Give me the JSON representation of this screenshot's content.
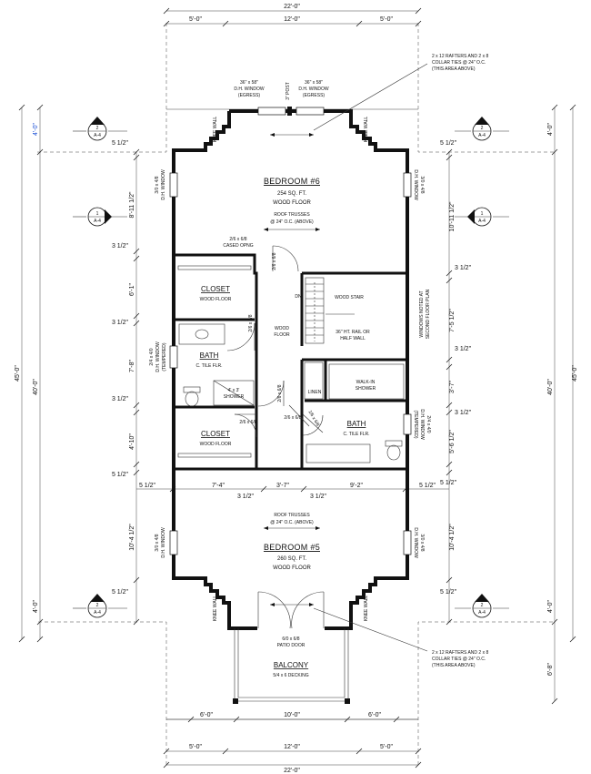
{
  "dimensions": {
    "top_overall": "22'-0\"",
    "top_left": "5'-0\"",
    "top_center": "12'-0\"",
    "top_right": "5'-0\"",
    "bottom_left": "5'-0\"",
    "bottom_center": "12'-0\"",
    "bottom_right": "5'-0\"",
    "bottom_overall": "22'-0\"",
    "balcony_left": "6'-0\"",
    "balcony_center": "10'-0\"",
    "balcony_right": "6'-0\"",
    "overall_left": "45'-0\"",
    "inner_left": "40'-0\"",
    "overall_right": "45'-0\"",
    "inner_right": "40'-0\"",
    "left_top_4": "4'-0\"",
    "right_top_4": "4'-0\"",
    "left_bottom_4": "4'-0\"",
    "right_bottom_4": "4'-0\"",
    "right_balcony": "6'-8\"",
    "left_chain": [
      "5 1/2\"",
      "8'-11 1/2\"",
      "3 1/2\"",
      "6'-1\"",
      "3 1/2\"",
      "7'-8\"",
      "3 1/2\"",
      "4'-10\"",
      "5 1/2\"",
      "10'-4 1/2\"",
      "5 1/2\""
    ],
    "right_chain": [
      "5 1/2\"",
      "10'-11 1/2\"",
      "3 1/2\"",
      "7'-5 1/2\"",
      "3 1/2\"",
      "3'-7\"",
      "3 1/2\"",
      "5'-6 1/2\"",
      "5 1/2\"",
      "10'-4 1/2\"",
      "5 1/2\""
    ],
    "mid_row": [
      "5 1/2\"",
      "7'-4\"",
      "3'-7\"",
      "9'-2\"",
      "5 1/2\""
    ],
    "mid_sub": [
      "3 1/2\"",
      "3 1/2\""
    ]
  },
  "labels": {
    "bedroom6": "BEDROOM #6",
    "bedroom6_area": "254 SQ. FT.",
    "bedroom6_floor": "WOOD FLOOR",
    "roof_trusses_top": [
      "ROOF TRUSSES",
      "@ 24\" O.C. (ABOVE)"
    ],
    "cased_opening": [
      "2/6 x 6/8",
      "CASED OPNG"
    ],
    "closet_top": "CLOSET",
    "closet_top_floor": "WOOD FLOOR",
    "door_2668_a": "2/6 x 6/8",
    "door_2668_b": "2/6 x 6/8",
    "door_2668_c": "2/6 x 6/8",
    "door_2668_d": "2/6 x 6/8",
    "door_2668_e": "2/6 x 6/8",
    "door_1668": "1/6 x 6/8",
    "dn": "DN",
    "wood_stair": "WOOD STAIR",
    "hall_floor": [
      "WOOD",
      "FLOOR"
    ],
    "rail": [
      "36\" HT. RAIL OR",
      "HALF WALL"
    ],
    "bath_left": "BATH",
    "bath_left_floor": "C. TILE FLR.",
    "shower_left": [
      "4' x 3'",
      "SHOWER"
    ],
    "linen": "LINEN",
    "walkin_shower": [
      "WALK-IN",
      "SHOWER"
    ],
    "bath_right": "BATH",
    "bath_right_floor": "C. TILE FLR.",
    "closet_bottom": "CLOSET",
    "closet_bottom_floor": "WOOD FLOOR",
    "roof_trusses_bottom": [
      "ROOF TRUSSES",
      "@ 24\" O.C. (ABOVE)"
    ],
    "bedroom5": "BEDROOM #5",
    "bedroom5_area": "260 SQ. FT.",
    "bedroom5_floor": "WOOD FLOOR",
    "patio_door": [
      "6/0 x 6/8",
      "PATIO DOOR"
    ],
    "balcony": "BALCONY",
    "balcony_decking": "5/4 x 6 DECKING",
    "knee_wall": "KNEE WALL",
    "egress_window_left": [
      "36\" x 58\"",
      "D.H. WINDOW",
      "(EGRESS)"
    ],
    "egress_window_right": [
      "36\" x 58\"",
      "D.H. WINDOW",
      "(EGRESS)"
    ],
    "post": [
      "3\" POST"
    ],
    "rafters_top": [
      "2 x 12 RAFTERS AND 2 x 8",
      "COLLAR TIES @ 24\" O.C.",
      "(THIS AREA ABOVE)"
    ],
    "rafters_bottom": [
      "2 x 12 RAFTERS AND 2 x 8",
      "COLLAR TIES @ 24\" O.C.",
      "(THIS AREA ABOVE)"
    ],
    "window_3048": [
      "3/0 x 4/8",
      "D.H. WINDOW"
    ],
    "window_tempered": [
      "2/4 x 4/0",
      "D.H. WINDOW",
      "(TEMPERED)"
    ],
    "windows_note": [
      "WINDOWS NOTED AT",
      "SECOND FLOOR PLAN"
    ],
    "section_top_num": "2",
    "section_mid_num": "1",
    "section_bot_num": "2",
    "section_sheet": "A-4"
  },
  "colors": {
    "ink": "#111111",
    "highlight_dim": "#1a4fd6"
  }
}
